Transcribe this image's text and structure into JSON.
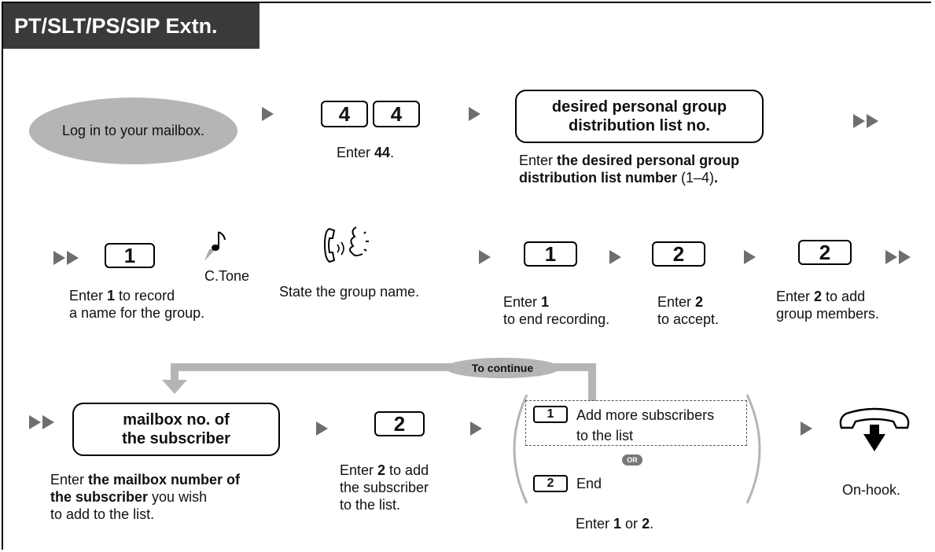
{
  "header": {
    "title": "PT/SLT/PS/SIP Extn."
  },
  "row1": {
    "login_label": "Log in to your mailbox.",
    "key1": "4",
    "key2": "4",
    "enter44_prefix": "Enter ",
    "enter44_bold": "44",
    "enter44_suffix": ".",
    "list_box_line1": "desired personal group",
    "list_box_line2": "distribution list no.",
    "list_desc_prefix": "Enter ",
    "list_desc_bold1": "the desired personal group",
    "list_desc_bold2": "distribution list number",
    "list_desc_suffix": " (1–4)",
    "list_desc_end": "."
  },
  "row2": {
    "key_record": "1",
    "record_desc_prefix": "Enter ",
    "record_desc_bold": "1",
    "record_desc_suffix": " to record",
    "record_desc_line2": "a name for the group.",
    "ctone_label": "C.Tone",
    "state_label": "State the group name.",
    "key_end": "1",
    "end_desc_prefix": "Enter ",
    "end_desc_bold": "1",
    "end_desc_line2": "to end recording.",
    "key_accept": "2",
    "accept_desc_prefix": "Enter ",
    "accept_desc_bold": "2",
    "accept_desc_line2": "to accept.",
    "key_add": "2",
    "add_desc_prefix": "Enter ",
    "add_desc_bold": "2",
    "add_desc_suffix": " to add",
    "add_desc_line2": "group members."
  },
  "row3": {
    "continue_label": "To continue",
    "sub_box_line1": "mailbox no. of",
    "sub_box_line2": "the subscriber",
    "sub_desc_prefix": "Enter ",
    "sub_desc_bold1": "the mailbox number of",
    "sub_desc_bold2": "the subscriber",
    "sub_desc_suffix": " you wish",
    "sub_desc_line3": "to add to the list.",
    "key_addsub": "2",
    "addsub_desc_prefix": "Enter ",
    "addsub_desc_bold": "2",
    "addsub_desc_suffix": " to add",
    "addsub_desc_line2": "the subscriber",
    "addsub_desc_line3": "to the list.",
    "opt1_key": "1",
    "opt1_line1": "Add more subscribers",
    "opt1_line2": "to the list",
    "or_label": "OR",
    "opt2_key": "2",
    "opt2_label": "End",
    "choose_prefix": "Enter ",
    "choose_bold1": "1",
    "choose_mid": " or ",
    "choose_bold2": "2",
    "choose_suffix": ".",
    "onhook_label": "On-hook."
  }
}
